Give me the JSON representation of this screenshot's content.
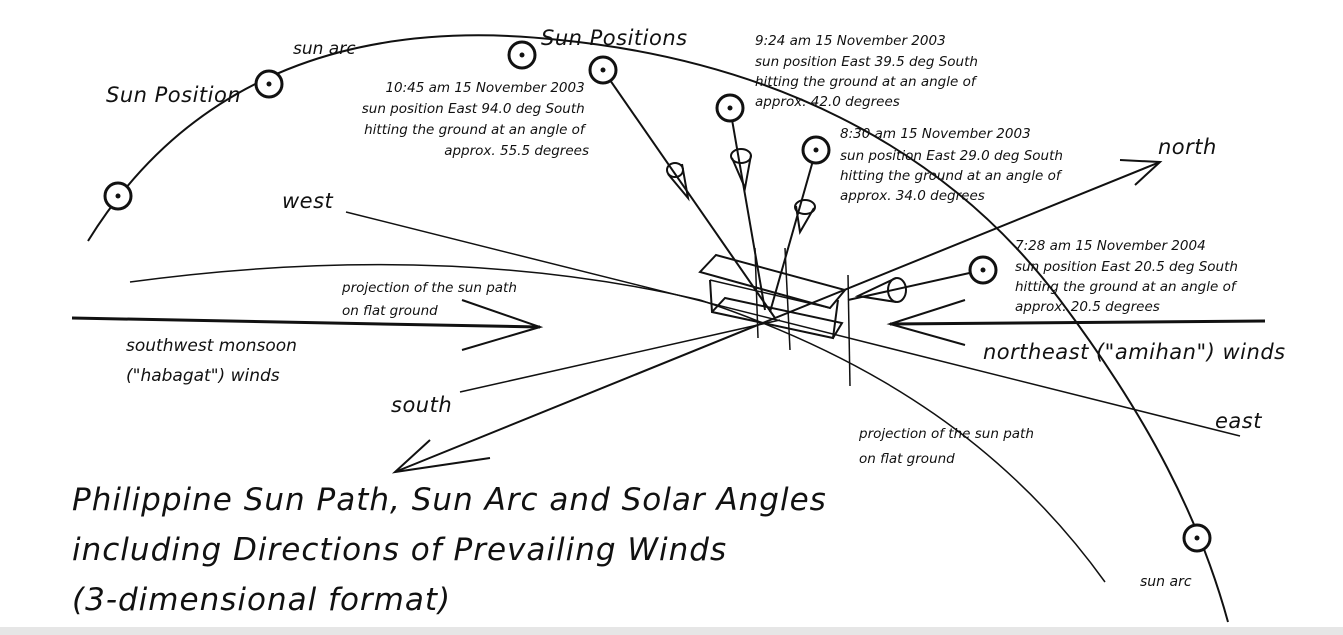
{
  "labels": {
    "sun_position": "Sun Position",
    "sun_arc_top": "sun arc",
    "sun_positions": "Sun Positions",
    "sun_arc_bottom": "sun arc",
    "west": "west",
    "north": "north",
    "south": "south",
    "east": "east",
    "projection_upper": [
      "projection of the sun path",
      "on flat ground"
    ],
    "projection_lower": [
      "projection of the sun path",
      "on flat ground"
    ],
    "southwest_monsoon": [
      "southwest monsoon",
      "(\"habagat\") winds"
    ],
    "northeast_winds": "northeast (\"amihan\") winds"
  },
  "annotations": [
    {
      "lines": [
        "10:45 am 15 November 2003",
        "sun position East 94.0 deg South",
        "hitting the ground at an angle of",
        "approx. 55.5 degrees"
      ]
    },
    {
      "lines": [
        "9:24 am 15 November 2003",
        "sun position East 39.5 deg South",
        "hitting the ground at an angle of",
        "approx. 42.0 degrees"
      ]
    },
    {
      "lines": [
        "8:30 am 15 November 2003",
        "sun position East 29.0 deg South",
        "hitting the ground at an angle of",
        "approx. 34.0 degrees"
      ]
    },
    {
      "lines": [
        "7:28 am 15 November 2004",
        "sun position East 20.5 deg South",
        "hitting the ground at an angle of",
        "approx. 20.5 degrees"
      ]
    }
  ],
  "title": {
    "lines": [
      "Philippine Sun Path, Sun Arc and Solar Angles",
      "including Directions of Prevailing Winds",
      "(3-dimensional format)"
    ]
  },
  "colors": {
    "ink": "#111111",
    "background": "#ffffff"
  }
}
